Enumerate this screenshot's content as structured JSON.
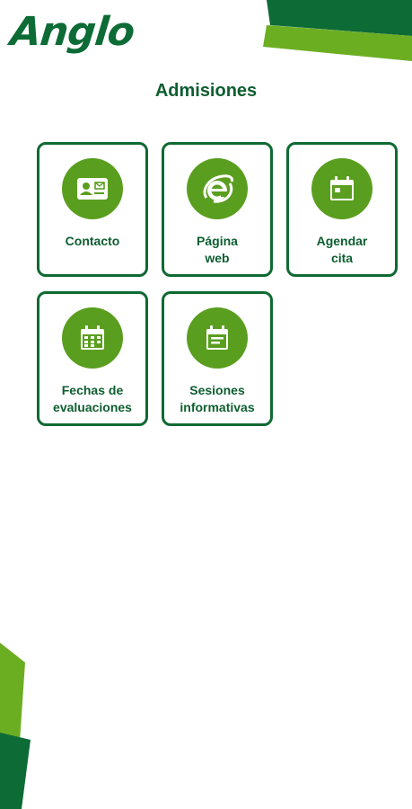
{
  "header": {
    "logo_text": "Anglo",
    "page_title": "Admisiones"
  },
  "cards": [
    {
      "line1": "Contacto",
      "line2": "",
      "icon": "contact-card-icon"
    },
    {
      "line1": "Página",
      "line2": "web",
      "icon": "internet-explorer-icon"
    },
    {
      "line1": "Agendar",
      "line2": "cita",
      "icon": "calendar-icon"
    },
    {
      "line1": "Fechas de",
      "line2": "evaluaciones",
      "icon": "calendar-grid-icon"
    },
    {
      "line1": "Sesiones",
      "line2": "informativas",
      "icon": "calendar-notes-icon"
    }
  ],
  "colors": {
    "dark_green": "#0d6b36",
    "light_green": "#5a9e1f",
    "lime_green": "#6cae22"
  }
}
